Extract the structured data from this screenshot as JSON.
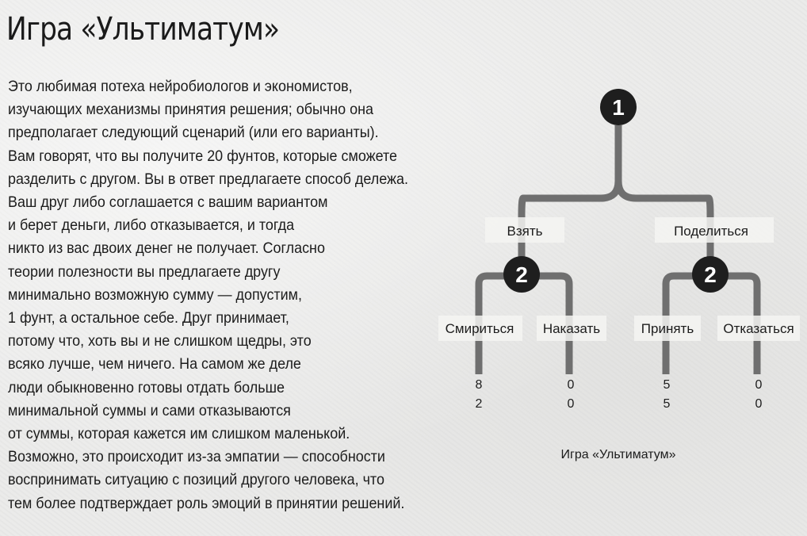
{
  "title": "Игра «Ультиматум»",
  "paragraph_lines": [
    "Это любимая потеха нейробиологов и экономистов,",
    "изучающих механизмы принятия решения; обычно она",
    "предполагает следующий сценарий (или его варианты).",
    "Вам говорят, что вы получите 20 фунтов, которые сможете",
    "разделить с другом. Вы в ответ предлагаете способ дележа.",
    "Ваш друг либо соглашается с вашим вариантом",
    "и берет деньги, либо отказывается, и тогда",
    "никто из вас двоих денег не получает. Согласно",
    "теории полезности вы предлагаете другу",
    "минимально возможную сумму — допустим,",
    "1 фунт, а остальное себе. Друг принимает,",
    "потому что, хоть вы и не слишком щедры, это",
    "всяко лучше, чем ничего. На самом же деле",
    "люди обыкновенно готовы отдать больше",
    "минимальной суммы и сами отказываются",
    "от суммы, которая кажется им слишком маленькой.",
    "Возможно, это происходит из-за эмпатии — способности",
    "воспринимать ситуацию с позиций другого человека, что",
    "тем более подтверждает роль эмоций в принятии решений."
  ],
  "diagram": {
    "root_node": "1",
    "left_node": "2",
    "right_node": "2",
    "branch_left": "Взять",
    "branch_right": "Поделиться",
    "leaves": [
      {
        "label": "Смириться",
        "payoff_top": "8",
        "payoff_bottom": "2"
      },
      {
        "label": "Наказать",
        "payoff_top": "0",
        "payoff_bottom": "0"
      },
      {
        "label": "Принять",
        "payoff_top": "5",
        "payoff_bottom": "5"
      },
      {
        "label": "Отказаться",
        "payoff_top": "0",
        "payoff_bottom": "0"
      }
    ],
    "caption": "Игра «Ультиматум»",
    "colors": {
      "line": "#6f6f6f",
      "node": "#1e1e1e",
      "node_text": "#ffffff",
      "label_bg": "#f4f4f2"
    }
  }
}
